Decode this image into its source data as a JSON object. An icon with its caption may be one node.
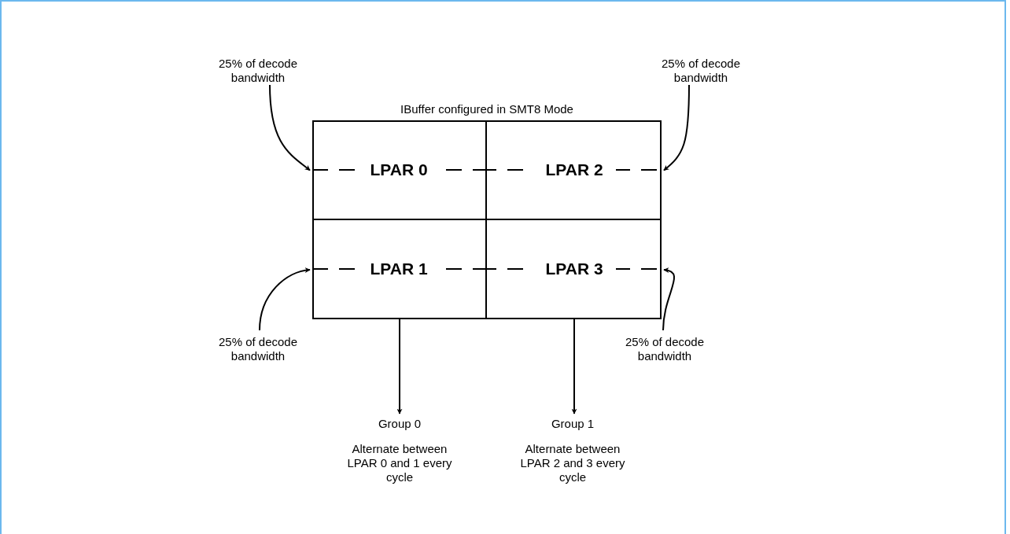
{
  "diagram": {
    "nodes": [
      {
        "text": [
          "25% of decode bandwidth"
        ]
      },
      {
        "text": [
          "25% of decode bandwidth"
        ]
      },
      {
        "text": [
          "IBuffer configured in SMT8 Mode"
        ]
      },
      {
        "text": [
          "LPAR 0"
        ],
        "in": 2
      },
      {
        "text": [
          "LPAR 2"
        ],
        "in": 2
      },
      {
        "text": [
          "LPAR 1"
        ],
        "in": 2
      },
      {
        "text": [
          "LPAR 3"
        ],
        "in": 2
      },
      {
        "text": [
          "25% of decode bandwidth"
        ]
      },
      {
        "text": [
          "25% of decode bandwidth"
        ]
      },
      {
        "text": [
          "Group 0",
          "Alternate between LPAR 0 and 1 every cycle"
        ]
      },
      {
        "text": [
          "Group 1",
          "Alternate between LPAR 2 and 3 every cycle"
        ]
      }
    ],
    "edges": [
      {
        "from": 0,
        "to": 3,
        "arrow": "to"
      },
      {
        "from": 1,
        "to": 4,
        "arrow": "to"
      },
      {
        "from": 7,
        "to": 5,
        "arrow": "to"
      },
      {
        "from": 8,
        "to": 6,
        "arrow": "to"
      },
      {
        "from": 5,
        "to": 9,
        "arrow": "to"
      },
      {
        "from": 6,
        "to": 10,
        "arrow": "to"
      }
    ]
  }
}
